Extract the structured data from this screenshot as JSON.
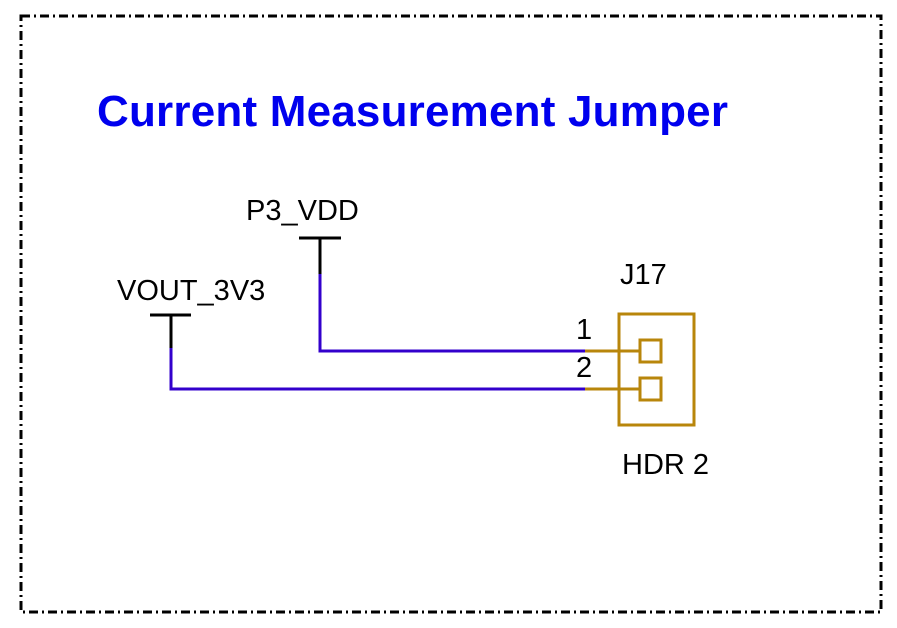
{
  "title": "Current Measurement Jumper",
  "colors": {
    "title": "#0000ee",
    "wire": "#3300cc",
    "component": "#b8860b",
    "power_symbol": "#000000",
    "border": "#000000"
  },
  "nets": {
    "p3_vdd": "P3_VDD",
    "vout_3v3": "VOUT_3V3"
  },
  "component": {
    "reference": "J17",
    "value": "HDR 2",
    "pins": [
      "1",
      "2"
    ]
  }
}
